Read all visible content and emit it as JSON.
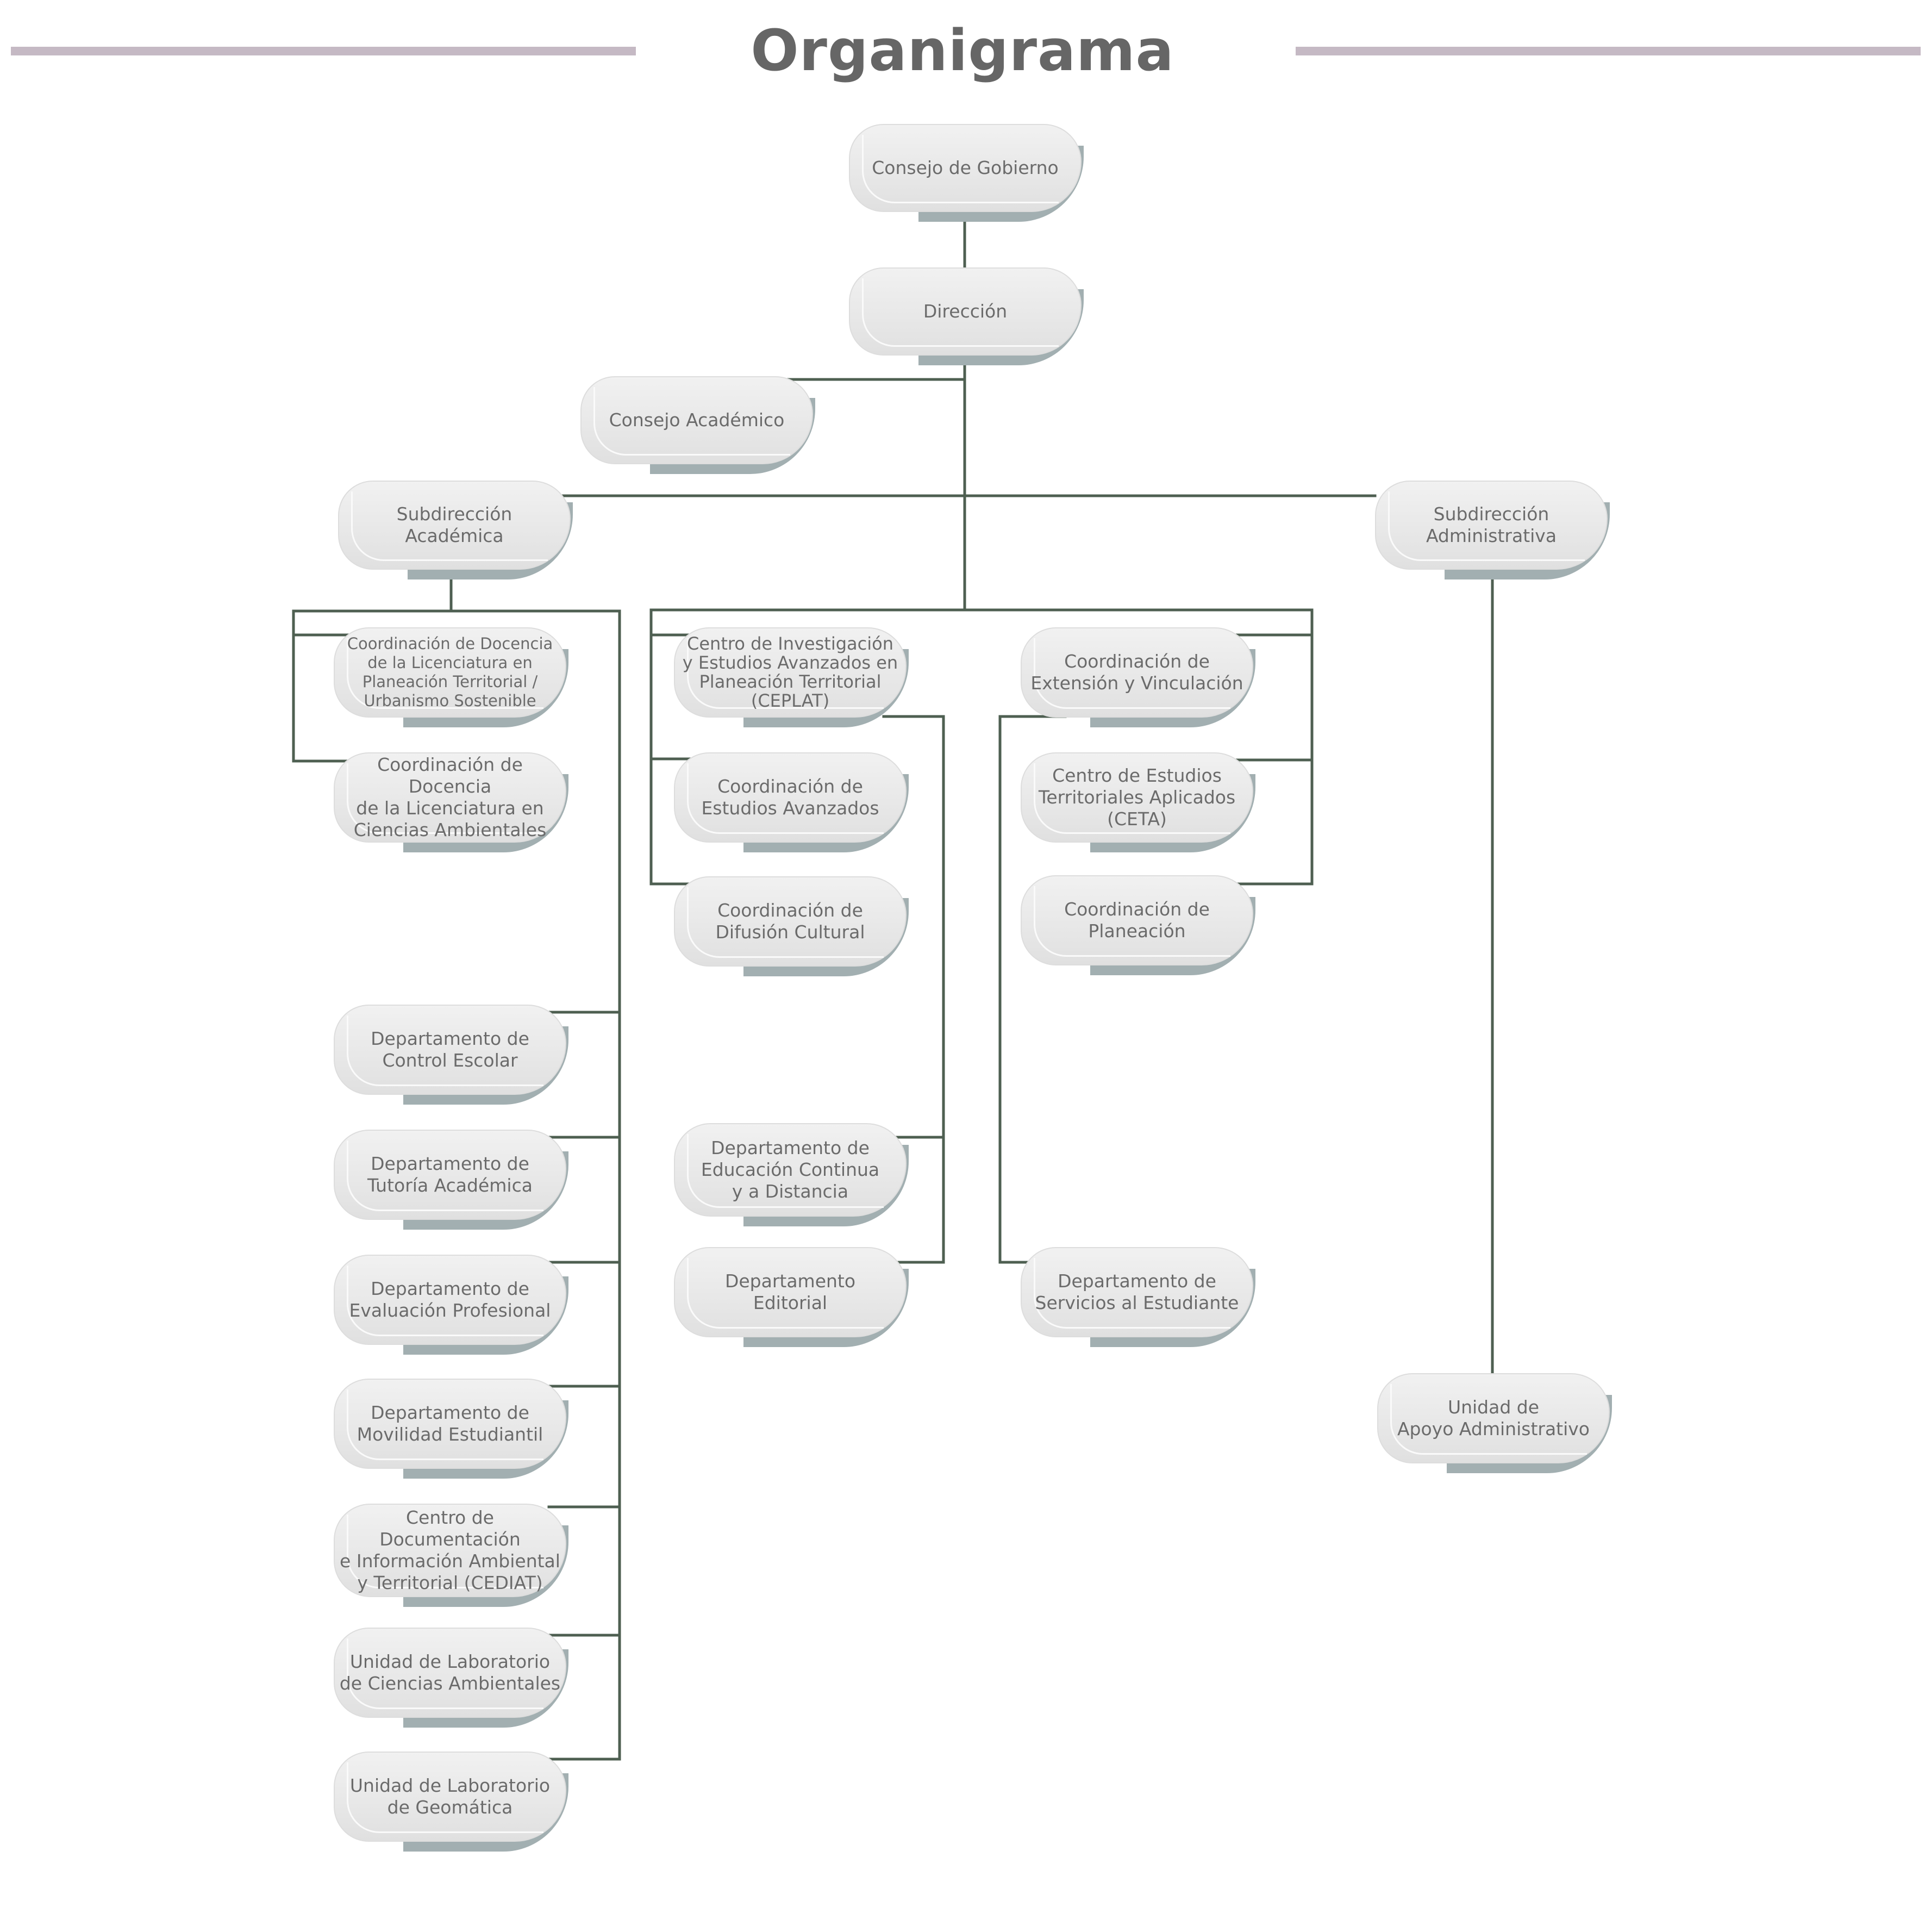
{
  "title": "Organigrama",
  "colors": {
    "line": "#4e5f51",
    "accent": "#c5b9c4",
    "shadow": "#a2afb1",
    "text": "#6b6b6b"
  },
  "nodes": {
    "consejo_gobierno": "Consejo de Gobierno",
    "direccion": "Dirección",
    "consejo_academico": "Consejo Académico",
    "subdireccion_academica": "Subdirección\nAcadémica",
    "subdireccion_administrativa": "Subdirección\nAdministrativa",
    "coord_docencia_urbanismo": "Coordinación de Docencia\nde la Licenciatura en\nPlaneación Territorial /\nUrbanismo Sostenible",
    "coord_docencia_ambientales": "Coordinación de Docencia\nde la Licenciatura en\nCiencias Ambientales",
    "ceplat": "Centro de Investigación\ny Estudios Avanzados en\nPlaneación Territorial\n(CEPLAT)",
    "coord_estudios_avanzados": "Coordinación de\nEstudios Avanzados",
    "coord_difusion_cultural": "Coordinación de\nDifusión Cultural",
    "coord_extension": "Coordinación de\nExtensión y Vinculación",
    "ceta": "Centro de Estudios\nTerritoriales Aplicados\n(CETA)",
    "coord_planeacion": "Coordinación de\nPlaneación",
    "depto_control_escolar": "Departamento de\nControl Escolar",
    "depto_tutoria": "Departamento de\nTutoría Académica",
    "depto_evaluacion": "Departamento de\nEvaluación Profesional",
    "depto_movilidad": "Departamento de\nMovilidad Estudiantil",
    "cediat": "Centro de Documentación\ne Información Ambiental\ny Territorial (CEDIAT)",
    "lab_ambientales": "Unidad de Laboratorio\nde Ciencias Ambientales",
    "lab_geomatica": "Unidad de Laboratorio\nde Geomática",
    "depto_educacion_continua": "Departamento de\nEducación Continua\ny a Distancia",
    "depto_editorial": "Departamento\nEditorial",
    "depto_servicios_estudiante": "Departamento de\nServicios al Estudiante",
    "unidad_apoyo_admin": "Unidad de\nApoyo Administrativo"
  }
}
